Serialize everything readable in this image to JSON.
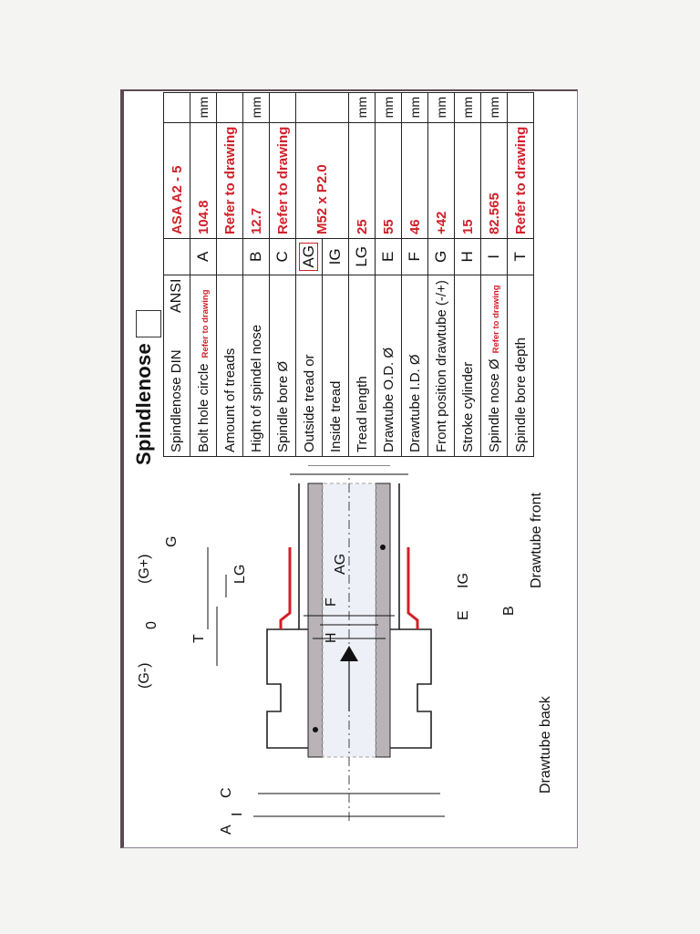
{
  "title": "Spindlenose",
  "header": {
    "din_label": "Spindlenose  DIN",
    "ansi_label": "ANSI",
    "ansi_value": "ASA A2 - 5"
  },
  "rows": [
    {
      "label": "Bolt hole circle",
      "note": "Refer to drawing",
      "symbol": "A",
      "value": "104.8",
      "unit": "mm"
    },
    {
      "label": "Amount of treads",
      "note": "",
      "symbol": "",
      "value": "Refer to drawing",
      "unit": ""
    },
    {
      "label": "Hight of spindel nose",
      "note": "",
      "symbol": "B",
      "value": "12.7",
      "unit": "mm"
    },
    {
      "label": "Spindle bore Ø",
      "note": "",
      "symbol": "C",
      "value": "Refer to drawing",
      "unit": ""
    },
    {
      "label": "Outside tread or",
      "note": "",
      "symbol": "AG",
      "value": "M52 x P2.0",
      "unit": ""
    },
    {
      "label": "Inside tread",
      "note": "",
      "symbol": "IG",
      "value": "",
      "unit": ""
    },
    {
      "label": "Tread length",
      "note": "",
      "symbol": "LG",
      "value": "25",
      "unit": "mm"
    },
    {
      "label": "Drawtube O.D. Ø",
      "note": "",
      "symbol": "E",
      "value": "55",
      "unit": "mm"
    },
    {
      "label": "Drawtube I.D. Ø",
      "note": "",
      "symbol": "F",
      "value": "46",
      "unit": "mm"
    },
    {
      "label": "Front position drawtube (-/+)",
      "note": "",
      "symbol": "G",
      "value": "+42",
      "unit": "mm"
    },
    {
      "label": "Stroke cylinder",
      "note": "",
      "symbol": "H",
      "value": "15",
      "unit": "mm"
    },
    {
      "label": "Spindle nose Ø",
      "note": "Refer to drawing",
      "symbol": "I",
      "value": "82.565",
      "unit": "mm"
    },
    {
      "label": "Spindle bore depth",
      "note": "",
      "symbol": "T",
      "value": "Refer to drawing",
      "unit": ""
    }
  ],
  "diagram": {
    "g_minus": "(G-)",
    "zero": "0",
    "g_plus": "(G+)",
    "label_G": "G",
    "label_LG": "LG",
    "label_T": "T",
    "label_B": "B",
    "label_H": "H",
    "label_F": "F",
    "label_AG": "AG",
    "label_E": "E",
    "label_IG": "IG",
    "label_C": "C",
    "label_I": "I",
    "label_A": "A",
    "drawtube_back": "Drawtube back",
    "drawtube_front": "Drawtube front"
  },
  "colors": {
    "accent_red": "#d0202a",
    "frame": "#5b4a55",
    "tube_gray": "#b9b3b7"
  }
}
